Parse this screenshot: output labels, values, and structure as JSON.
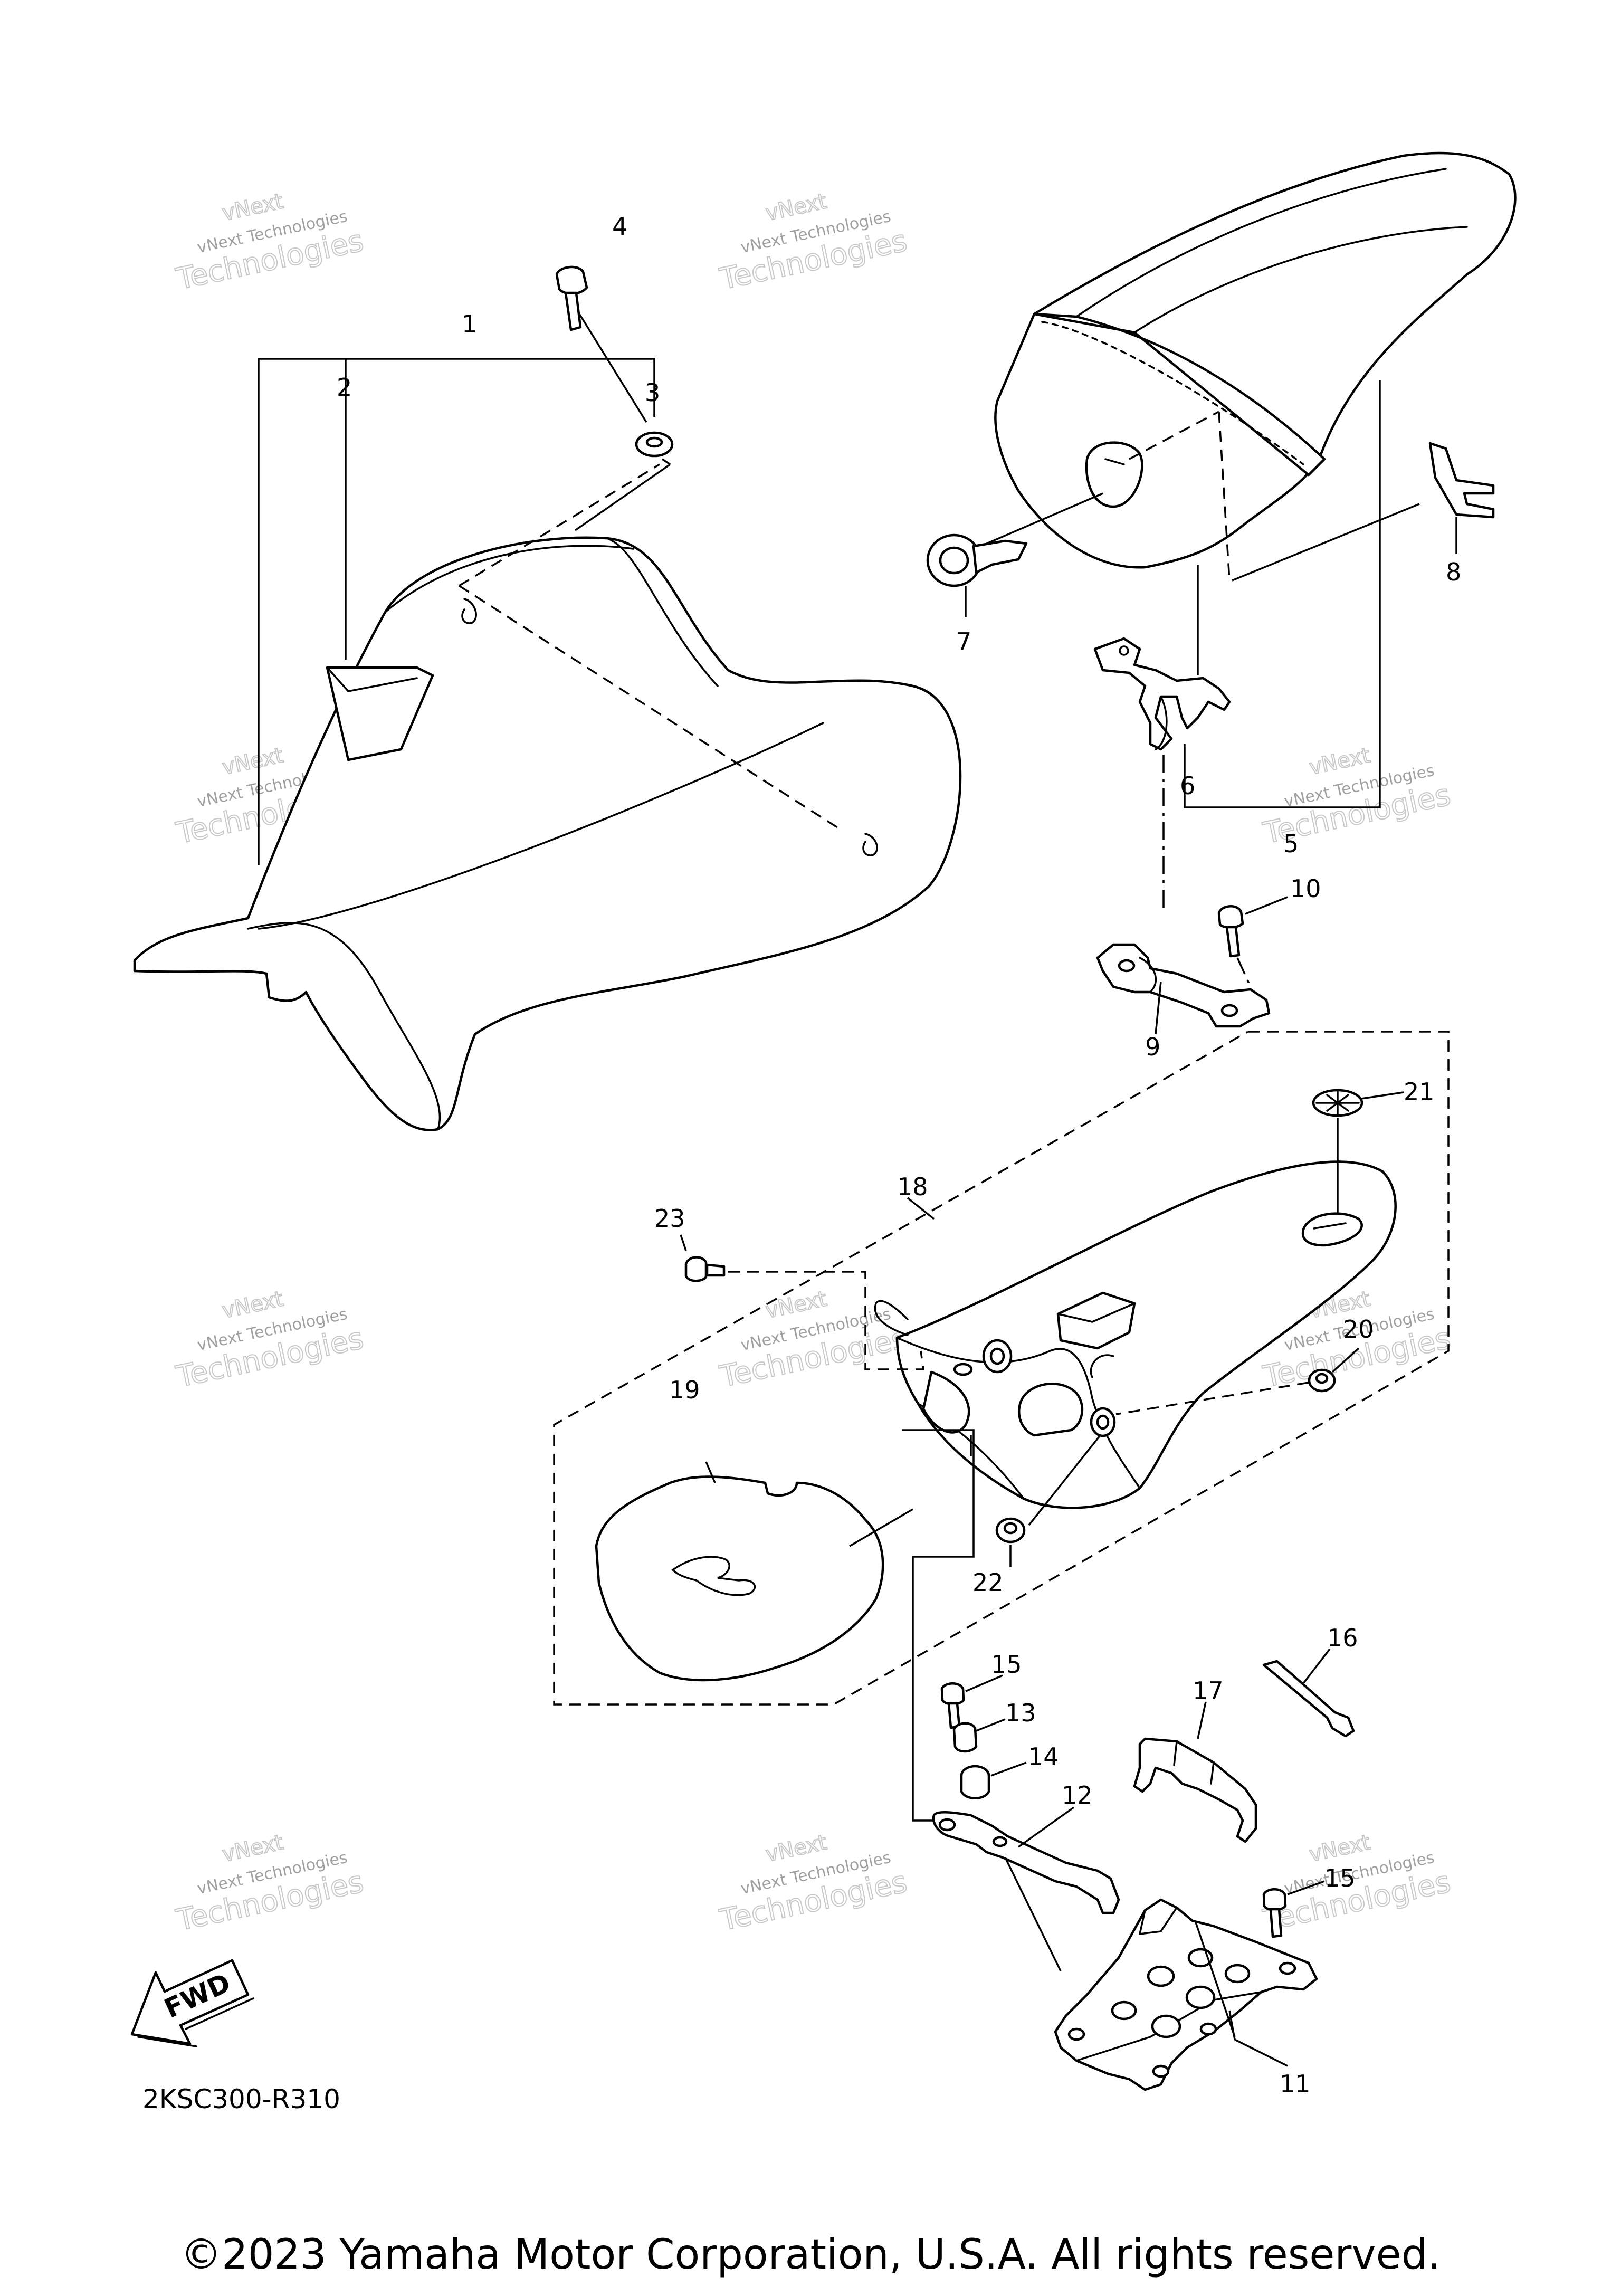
{
  "diagram": {
    "part_numbers": [
      "1",
      "2",
      "3",
      "4",
      "5",
      "6",
      "7",
      "8",
      "9",
      "10",
      "11",
      "12",
      "13",
      "14",
      "15",
      "15",
      "16",
      "17",
      "18",
      "19",
      "20",
      "21",
      "22",
      "23"
    ],
    "diagram_code": "2KSC300-R310",
    "fwd_label": "FWD",
    "watermark": {
      "line1": "vNext Technologies",
      "line2": "Technologies",
      "line3": "vNext"
    },
    "copyright": "©2023 Yamaha Motor Corporation, U.S.A. All rights reserved."
  }
}
